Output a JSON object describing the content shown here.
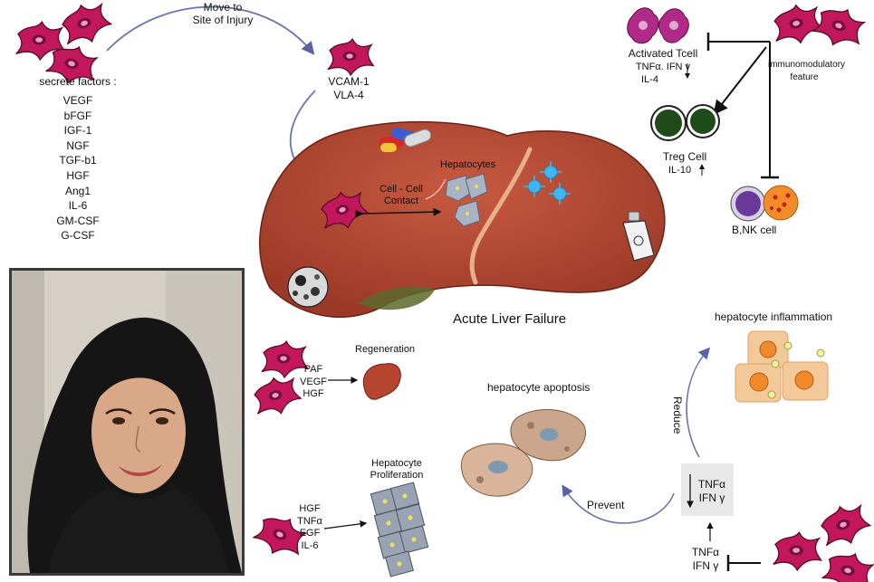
{
  "move_label": [
    "Move to",
    "Site of Injury"
  ],
  "adhesion_molecules": [
    "VCAM-1",
    "VLA-4"
  ],
  "secrete_title": "secrete factors :",
  "secreted_factors": [
    "VEGF",
    "bFGF",
    "IGF-1",
    "NGF",
    "TGF-b1",
    "HGF",
    "Ang1",
    "IL-6",
    "GM-CSF",
    "G-CSF"
  ],
  "cell_contact": [
    "Cell - Cell",
    "Contact"
  ],
  "hepatocytes_label": "Hepatocytes",
  "liver_title": "Acute Liver Failure",
  "tcell": {
    "title": "Activated Tcell",
    "cytokines": "TNFα. IFN γ",
    "il": "IL-4"
  },
  "immunomodulatory": [
    "immunomodulatory",
    "feature"
  ],
  "treg": {
    "title": "Treg Cell",
    "il": "IL-10"
  },
  "bnk_label": "B,NK cell",
  "regeneration": {
    "title": "Regeneration",
    "factors": [
      "PAF",
      "VEGF",
      "HGF"
    ]
  },
  "proliferation": {
    "title": [
      "Hepatocyte",
      "Proliferation"
    ],
    "factors": [
      "HGF",
      "TNFα",
      "EGF",
      "IL-6"
    ]
  },
  "apoptosis_label": "hepatocyte apoptosis",
  "inflammation_label": "hepatocyte inflammation",
  "reduce_label": "Reduce",
  "prevent_label": "Prevent",
  "box_cytokines": [
    "TNFα",
    "IFN γ"
  ],
  "bottom_cytokines": [
    "TNFα",
    "IFN γ"
  ],
  "colors": {
    "msc": "#c2185b",
    "liver": "#b5452f",
    "arrow": "#6b74b5",
    "apoptotic": "#c9a68c",
    "inflamed": "#f3c99a"
  }
}
